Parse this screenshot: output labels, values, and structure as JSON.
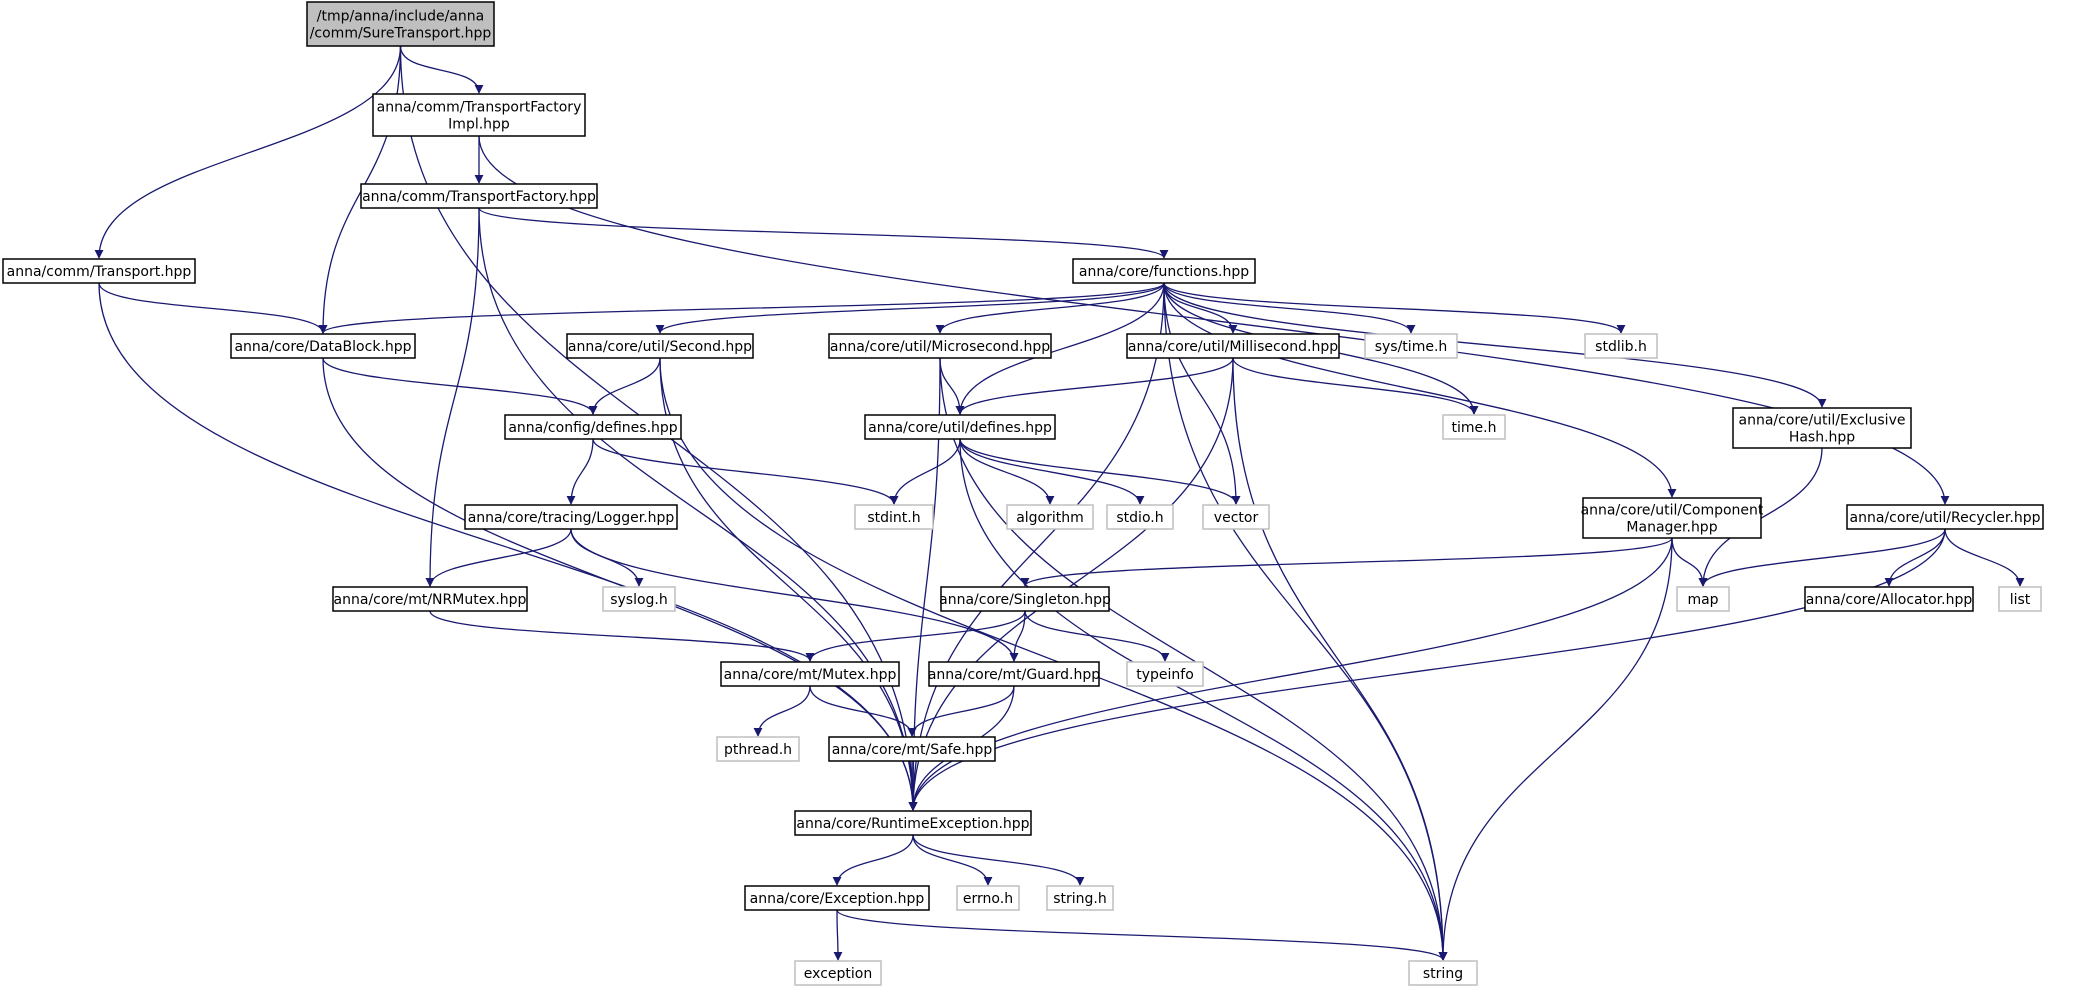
{
  "colors": {
    "edge": "#191970",
    "root_fill": "#bfbfbf",
    "node_border": "#000000",
    "external_border": "#bfbfbf",
    "background": "#ffffff"
  },
  "nodes": {
    "sure_transport": {
      "lines": [
        "/tmp/anna/include/anna",
        "/comm/SureTransport.hpp"
      ],
      "kind": "root"
    },
    "transport_factory_impl": {
      "lines": [
        "anna/comm/TransportFactory",
        "Impl.hpp"
      ],
      "kind": "local"
    },
    "transport_factory": {
      "lines": [
        "anna/comm/TransportFactory.hpp"
      ],
      "kind": "local"
    },
    "transport": {
      "lines": [
        "anna/comm/Transport.hpp"
      ],
      "kind": "local"
    },
    "functions": {
      "lines": [
        "anna/core/functions.hpp"
      ],
      "kind": "local"
    },
    "datablock": {
      "lines": [
        "anna/core/DataBlock.hpp"
      ],
      "kind": "local"
    },
    "util_second": {
      "lines": [
        "anna/core/util/Second.hpp"
      ],
      "kind": "local"
    },
    "util_microsecond": {
      "lines": [
        "anna/core/util/Microsecond.hpp"
      ],
      "kind": "local"
    },
    "util_millisecond": {
      "lines": [
        "anna/core/util/Millisecond.hpp"
      ],
      "kind": "local"
    },
    "sys_time": {
      "lines": [
        "sys/time.h"
      ],
      "kind": "external"
    },
    "stdlib": {
      "lines": [
        "stdlib.h"
      ],
      "kind": "external"
    },
    "config_defines": {
      "lines": [
        "anna/config/defines.hpp"
      ],
      "kind": "local"
    },
    "util_defines": {
      "lines": [
        "anna/core/util/defines.hpp"
      ],
      "kind": "local"
    },
    "time_h": {
      "lines": [
        "time.h"
      ],
      "kind": "external"
    },
    "exclusive_hash": {
      "lines": [
        "anna/core/util/Exclusive",
        "Hash.hpp"
      ],
      "kind": "local"
    },
    "logger": {
      "lines": [
        "anna/core/tracing/Logger.hpp"
      ],
      "kind": "local"
    },
    "stdint": {
      "lines": [
        "stdint.h"
      ],
      "kind": "external"
    },
    "algorithm": {
      "lines": [
        "algorithm"
      ],
      "kind": "external"
    },
    "stdio": {
      "lines": [
        "stdio.h"
      ],
      "kind": "external"
    },
    "vector": {
      "lines": [
        "vector"
      ],
      "kind": "external"
    },
    "component_manager": {
      "lines": [
        "anna/core/util/Component",
        "Manager.hpp"
      ],
      "kind": "local"
    },
    "recycler": {
      "lines": [
        "anna/core/util/Recycler.hpp"
      ],
      "kind": "local"
    },
    "nrmutex": {
      "lines": [
        "anna/core/mt/NRMutex.hpp"
      ],
      "kind": "local"
    },
    "syslog": {
      "lines": [
        "syslog.h"
      ],
      "kind": "external"
    },
    "singleton": {
      "lines": [
        "anna/core/Singleton.hpp"
      ],
      "kind": "local"
    },
    "map": {
      "lines": [
        "map"
      ],
      "kind": "external"
    },
    "allocator": {
      "lines": [
        "anna/core/Allocator.hpp"
      ],
      "kind": "local"
    },
    "list": {
      "lines": [
        "list"
      ],
      "kind": "external"
    },
    "mutex": {
      "lines": [
        "anna/core/mt/Mutex.hpp"
      ],
      "kind": "local"
    },
    "guard": {
      "lines": [
        "anna/core/mt/Guard.hpp"
      ],
      "kind": "local"
    },
    "typeinfo": {
      "lines": [
        "typeinfo"
      ],
      "kind": "external"
    },
    "pthread": {
      "lines": [
        "pthread.h"
      ],
      "kind": "external"
    },
    "safe": {
      "lines": [
        "anna/core/mt/Safe.hpp"
      ],
      "kind": "local"
    },
    "runtime_exception": {
      "lines": [
        "anna/core/RuntimeException.hpp"
      ],
      "kind": "local"
    },
    "exception_hpp": {
      "lines": [
        "anna/core/Exception.hpp"
      ],
      "kind": "local"
    },
    "errno": {
      "lines": [
        "errno.h"
      ],
      "kind": "external"
    },
    "string_h": {
      "lines": [
        "string.h"
      ],
      "kind": "external"
    },
    "exception": {
      "lines": [
        "exception"
      ],
      "kind": "external"
    },
    "string": {
      "lines": [
        "string"
      ],
      "kind": "external"
    }
  },
  "edges": [
    [
      "sure_transport",
      "transport_factory_impl"
    ],
    [
      "sure_transport",
      "transport"
    ],
    [
      "sure_transport",
      "datablock"
    ],
    [
      "sure_transport",
      "runtime_exception"
    ],
    [
      "transport_factory_impl",
      "transport_factory"
    ],
    [
      "transport_factory_impl",
      "recycler"
    ],
    [
      "transport_factory",
      "functions"
    ],
    [
      "transport_factory",
      "nrmutex"
    ],
    [
      "transport_factory",
      "runtime_exception"
    ],
    [
      "transport",
      "datablock"
    ],
    [
      "transport",
      "runtime_exception"
    ],
    [
      "functions",
      "datablock"
    ],
    [
      "functions",
      "util_second"
    ],
    [
      "functions",
      "util_microsecond"
    ],
    [
      "functions",
      "util_millisecond"
    ],
    [
      "functions",
      "sys_time"
    ],
    [
      "functions",
      "stdlib"
    ],
    [
      "functions",
      "util_defines"
    ],
    [
      "functions",
      "time_h"
    ],
    [
      "functions",
      "vector"
    ],
    [
      "functions",
      "string"
    ],
    [
      "functions",
      "exclusive_hash"
    ],
    [
      "functions",
      "component_manager"
    ],
    [
      "functions",
      "runtime_exception"
    ],
    [
      "datablock",
      "config_defines"
    ],
    [
      "datablock",
      "runtime_exception"
    ],
    [
      "util_second",
      "config_defines"
    ],
    [
      "util_second",
      "runtime_exception"
    ],
    [
      "util_second",
      "string"
    ],
    [
      "util_microsecond",
      "util_defines"
    ],
    [
      "util_microsecond",
      "runtime_exception"
    ],
    [
      "util_microsecond",
      "string"
    ],
    [
      "util_millisecond",
      "util_defines"
    ],
    [
      "util_millisecond",
      "time_h"
    ],
    [
      "util_millisecond",
      "runtime_exception"
    ],
    [
      "util_millisecond",
      "string"
    ],
    [
      "config_defines",
      "logger"
    ],
    [
      "config_defines",
      "stdint"
    ],
    [
      "util_defines",
      "stdint"
    ],
    [
      "util_defines",
      "algorithm"
    ],
    [
      "util_defines",
      "stdio"
    ],
    [
      "util_defines",
      "vector"
    ],
    [
      "util_defines",
      "string"
    ],
    [
      "exclusive_hash",
      "map"
    ],
    [
      "logger",
      "nrmutex"
    ],
    [
      "logger",
      "syslog"
    ],
    [
      "logger",
      "guard"
    ],
    [
      "component_manager",
      "singleton"
    ],
    [
      "component_manager",
      "map"
    ],
    [
      "component_manager",
      "runtime_exception"
    ],
    [
      "component_manager",
      "string"
    ],
    [
      "recycler",
      "map"
    ],
    [
      "recycler",
      "allocator"
    ],
    [
      "recycler",
      "list"
    ],
    [
      "recycler",
      "runtime_exception"
    ],
    [
      "nrmutex",
      "mutex"
    ],
    [
      "singleton",
      "mutex"
    ],
    [
      "singleton",
      "guard"
    ],
    [
      "singleton",
      "typeinfo"
    ],
    [
      "mutex",
      "pthread"
    ],
    [
      "mutex",
      "safe"
    ],
    [
      "guard",
      "safe"
    ],
    [
      "guard",
      "runtime_exception"
    ],
    [
      "safe",
      "runtime_exception"
    ],
    [
      "runtime_exception",
      "exception_hpp"
    ],
    [
      "runtime_exception",
      "errno"
    ],
    [
      "runtime_exception",
      "string_h"
    ],
    [
      "exception_hpp",
      "exception"
    ],
    [
      "exception_hpp",
      "string"
    ]
  ]
}
